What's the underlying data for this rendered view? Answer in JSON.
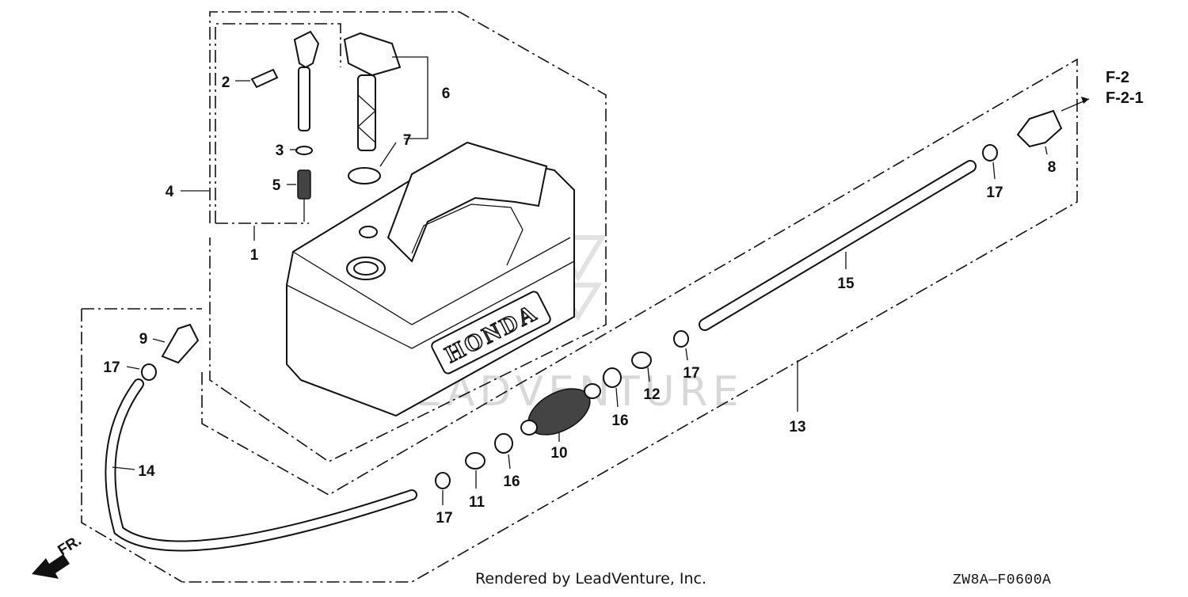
{
  "diagram": {
    "callouts": {
      "c1": "1",
      "c2": "2",
      "c3": "3",
      "c4": "4",
      "c5": "5",
      "c6": "6",
      "c7": "7",
      "c8": "8",
      "c9": "9",
      "c10": "10",
      "c11": "11",
      "c12": "12",
      "c13": "13",
      "c14": "14",
      "c15": "15",
      "c16a": "16",
      "c16b": "16",
      "c17a": "17",
      "c17b": "17",
      "c17c": "17",
      "c17d": "17"
    },
    "references": {
      "r1": "F-2",
      "r2": "F-2-1"
    },
    "direction_label": "FR.",
    "tank_brand": "HONDA",
    "credit": "Rendered by LeadVenture, Inc.",
    "diagram_code": "ZW8A—F0600A",
    "watermark": "LEADVENTURE"
  }
}
